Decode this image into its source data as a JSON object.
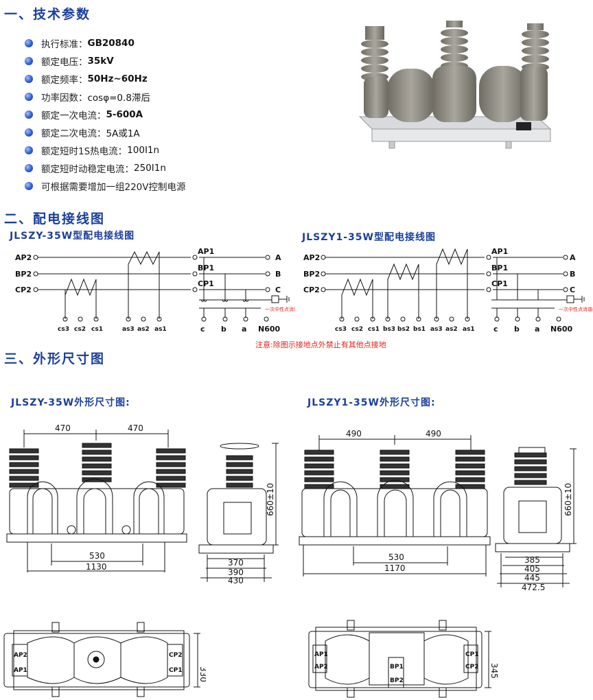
{
  "section1": {
    "title": "一、技术参数"
  },
  "params": [
    {
      "label": "执行标准：",
      "value": "GB20840"
    },
    {
      "label": "额定电压：",
      "value": "35kV"
    },
    {
      "label": "额定频率：",
      "value": "50Hz~60Hz"
    },
    {
      "label": "功率因数：",
      "value": "cosφ=0.8滞后"
    },
    {
      "label": "额定一次电流：",
      "value": "5-600A"
    },
    {
      "label": "额定二次电流：",
      "value": "5A或1A"
    },
    {
      "label": "额定短时1S热电流：",
      "value": "100I1n"
    },
    {
      "label": "额定短时动稳定电流：",
      "value": "250I1n"
    },
    {
      "label": "可根据需要增加一组220V控制电源",
      "value": ""
    }
  ],
  "section2": {
    "title": "二、配电接线图"
  },
  "wiring": {
    "left_title": "JLSZY-35W型配电接线图",
    "right_title": "JLSZY1-35W型配电接线图",
    "inputs": [
      "AP2",
      "BP2",
      "CP2"
    ],
    "mids": [
      "AP1",
      "BP1",
      "CP1"
    ],
    "outputs": [
      "A",
      "B",
      "C"
    ],
    "left_terminals": [
      "cs3",
      "cs2",
      "cs1",
      "as3",
      "as2",
      "as1"
    ],
    "right_terminals": [
      "cs3",
      "cs2",
      "cs1",
      "bs3",
      "bs2",
      "bs1",
      "as3",
      "as2",
      "as1"
    ],
    "ct_terms": [
      "c",
      "b",
      "a",
      "N600"
    ],
    "arrester_note": "一次中性点消谐器",
    "note": "注意:除图示接地点外禁止有其他点接地"
  },
  "section3": {
    "title": "三、外形尺寸图"
  },
  "dimensions": {
    "left_title": "JLSZY-35W外形尺寸图:",
    "right_title": "JLSZY1-35W外形尺寸图:",
    "left": {
      "top1": "470",
      "top2": "470",
      "mid": "530",
      "total": "1130",
      "height": "660±10",
      "side": [
        "370",
        "390",
        "430"
      ],
      "plan": "330",
      "plan_labels": [
        "AP2",
        "AP1",
        "CP2",
        "CP1"
      ]
    },
    "right": {
      "top1": "490",
      "top2": "490",
      "mid": "530",
      "total": "1170",
      "height": "660±10",
      "side": [
        "385",
        "405",
        "445",
        "472.5"
      ],
      "plan": "345",
      "plan_labels": [
        "AP1",
        "AP2",
        "BP1",
        "BP2",
        "CP1",
        "CP2"
      ]
    }
  },
  "colors": {
    "heading": "#1a3f9c",
    "note": "#e2231a",
    "product": "#8e8b82"
  }
}
